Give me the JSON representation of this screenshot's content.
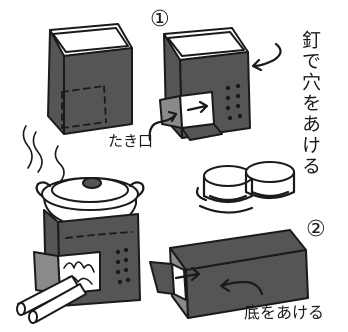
{
  "step_markers": {
    "step1": "①",
    "step2": "②"
  },
  "labels": {
    "nail_holes": "釘で穴をあける",
    "fire_mouth": "たき口",
    "open_bottom": "底をあける"
  },
  "colors": {
    "ink": "#1a1a1a",
    "can_body": "#555555",
    "can_dark": "#8a8a8a",
    "paper": "#ffffff"
  }
}
